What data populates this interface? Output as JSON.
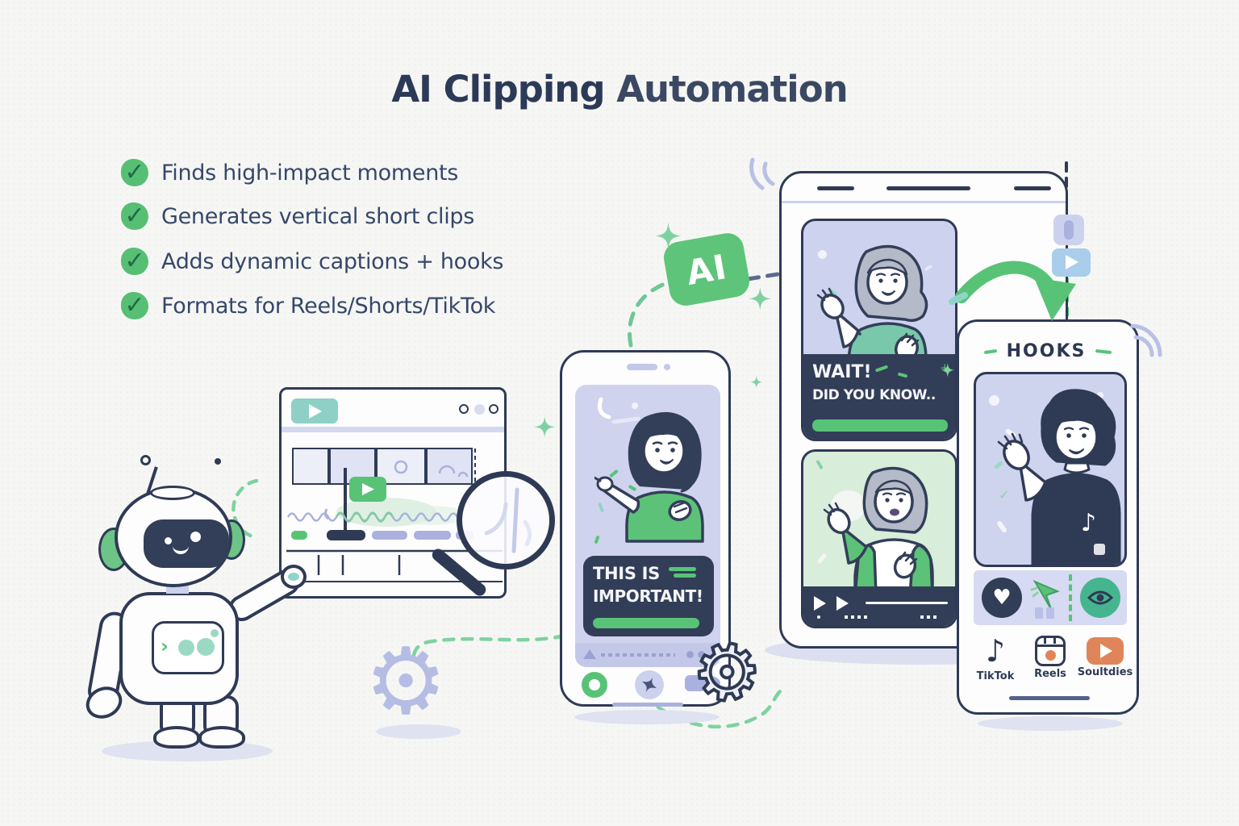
{
  "title": {
    "bold": "AI Clipping",
    "regular": "Automation"
  },
  "checklist": [
    {
      "label": "Finds high-impact moments"
    },
    {
      "label": "Generates vertical short clips"
    },
    {
      "label": "Adds dynamic captions + hooks"
    },
    {
      "label": "Formats for Reels/Shorts/TikTok"
    }
  ],
  "ai_badge": {
    "label": "AI"
  },
  "phone_center": {
    "caption_line1": "THIS IS",
    "caption_line2": "IMPORTANT!"
  },
  "phone_tall": {
    "clip1_caption_line1": "WAIT!",
    "clip1_caption_line2": "DID YOU KNOW.."
  },
  "phone_hooks": {
    "header": "HOOKS",
    "apps": [
      {
        "label": "TikTok"
      },
      {
        "label": "Reels"
      },
      {
        "label": "Soultdies"
      }
    ]
  },
  "icons": {
    "check": "✓",
    "gear": "⚙",
    "heart": "♥",
    "music_note": "♪"
  },
  "colors": {
    "accent_green": "#5cc278",
    "navy": "#2f3a55",
    "lavender": "#ced3ee",
    "mint": "#8fd4c9",
    "pale_green": "#d9eddb",
    "orange": "#e0855a",
    "blue": "#a9cdea"
  }
}
